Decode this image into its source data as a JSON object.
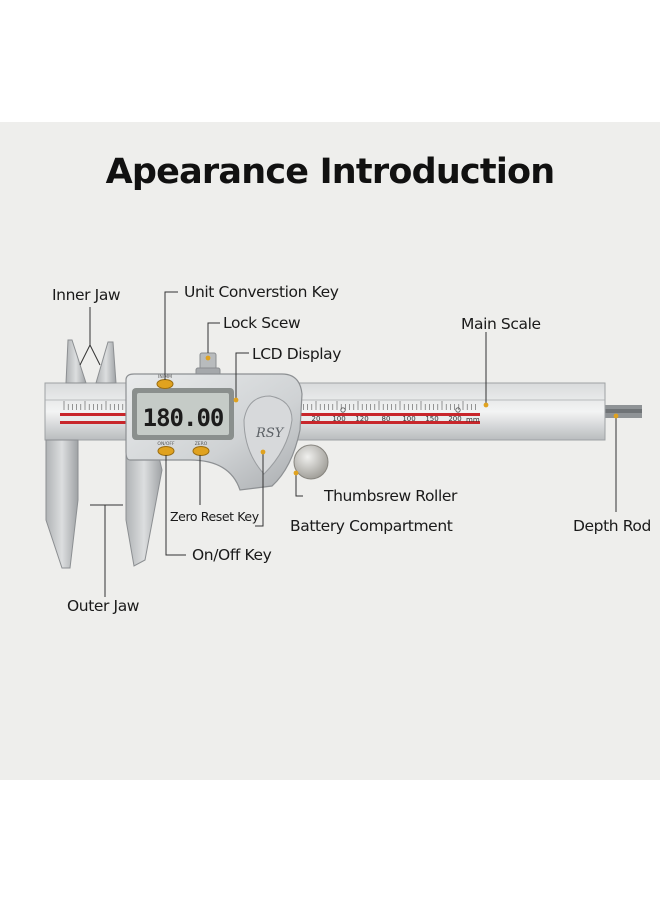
{
  "title": "Apearance Introduction",
  "lcd": {
    "reading": "180.00"
  },
  "brand": {
    "logo": "RSY"
  },
  "buttons": {
    "top": "IN/MM",
    "bottom_left": "ON/OFF",
    "bottom_right": "ZERO"
  },
  "scale": {
    "ticks": [
      "20",
      "100",
      "120",
      "80",
      "100",
      "150",
      "200"
    ],
    "unit": "mm"
  },
  "labels": {
    "inner_jaw": "Inner Jaw",
    "unit_key": "Unit Converstion Key",
    "lock_screw": "Lock Scew",
    "lcd_display": "LCD Display",
    "main_scale": "Main Scale",
    "thumbscrew": "Thumbsrew Roller",
    "zero_reset": "Zero Reset Key",
    "battery": "Battery Compartment",
    "depth_rod": "Depth Rod",
    "onoff": "On/Off Key",
    "outer_jaw": "Outer Jaw"
  },
  "colors": {
    "background": "#eeeeec",
    "accent": "#e0a21f",
    "scale_red": "#c8262b",
    "lcd": "#c5cbc7"
  }
}
